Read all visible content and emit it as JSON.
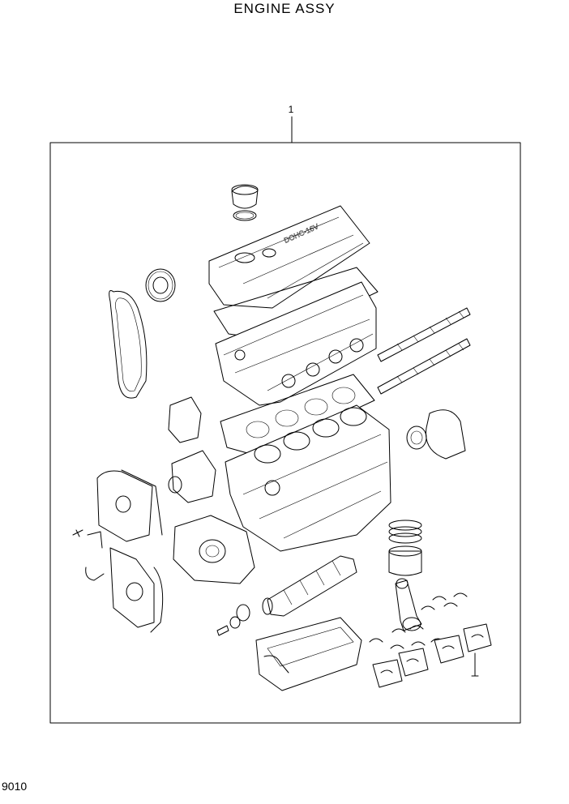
{
  "title": "ENGINE ASSY",
  "callout_number": "1",
  "page_code": "9010",
  "icons": [
    "engine-assembly-illustration"
  ]
}
